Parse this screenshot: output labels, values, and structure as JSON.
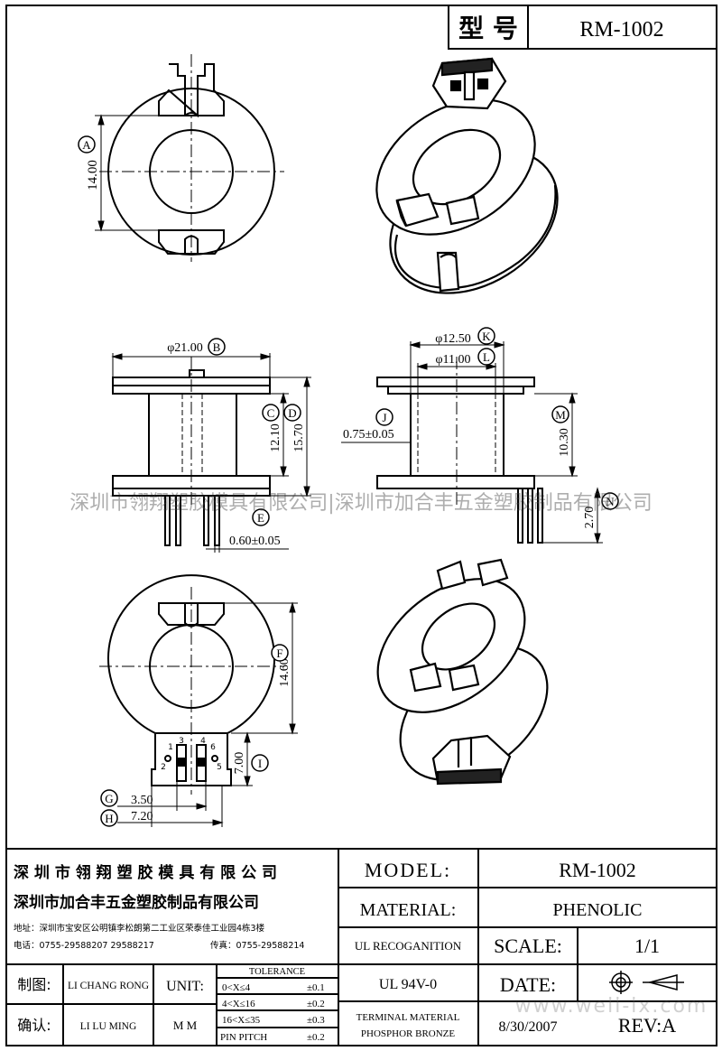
{
  "title_block": {
    "type_label": "型 号",
    "type_value": "RM-1002"
  },
  "dimensions": {
    "d14_00": "14.00",
    "a_label": "A",
    "d21_00": "φ21.00",
    "b_label": "B",
    "d12_10": "12.10",
    "c_label": "C",
    "d15_70": "15.70",
    "d_label": "D",
    "d0_60": "0.60±0.05",
    "e_label": "E",
    "d12_50": "φ12.50",
    "k_label": "K",
    "d11_00": "φ11.00",
    "l_label": "L",
    "d0_75": "0.75±0.05",
    "j_label": "J",
    "d10_30": "10.30",
    "m_label": "M",
    "d2_70": "2.70",
    "n_label": "N",
    "d14_60": "14.60",
    "f_label": "F",
    "d7_00": "7.00",
    "i_label": "I",
    "d3_50": "3.50",
    "g_label": "G",
    "d7_20": "7.20",
    "h_label": "H",
    "pins": [
      "1",
      "2",
      "3",
      "4",
      "5",
      "6"
    ]
  },
  "watermark": "深圳市翎翔塑胶模具有限公司|深圳市加合丰五金塑胶制品有限公司",
  "watermark2": "www.well-lx.com",
  "footer": {
    "company1": "深 圳 市 翎 翔 塑 胶 模 具 有 限 公 司",
    "company2": "深圳市加合丰五金塑胶制品有限公司",
    "address": "地址：深圳市宝安区公明镇李松朗第二工业区荣泰佳工业园4栋3楼",
    "phone": "电话：0755-29588207  29588217",
    "fax": "传真：0755-29588214",
    "model_label": "MODEL:",
    "model_value": "RM-1002",
    "material_label": "MATERIAL:",
    "material_value": "PHENOLIC",
    "ul_label": "UL RECOGANITION",
    "ul_value": "UL 94V-0",
    "scale_label": "SCALE:",
    "scale_value": "1/1",
    "date_label": "DATE:",
    "date_value": "8/30/2007",
    "rev_label": "REV:A",
    "terminal1": "TERMINAL MATERIAL",
    "terminal2": "PHOSPHOR  BRONZE",
    "drawn_label": "制图:",
    "drawn_by": "LI CHANG RONG",
    "checked_label": "确认:",
    "checked_by": "LI LU MING",
    "unit_label": "UNIT:",
    "unit_value": "M M",
    "tolerance_header": "TOLERANCE",
    "tolerance_rows": [
      {
        "range": "0<X≤4",
        "value": "±0.1"
      },
      {
        "range": "4<X≤16",
        "value": "±0.2"
      },
      {
        "range": "16<X≤35",
        "value": "±0.3"
      },
      {
        "range": "PIN PITCH",
        "value": "±0.2"
      }
    ]
  }
}
